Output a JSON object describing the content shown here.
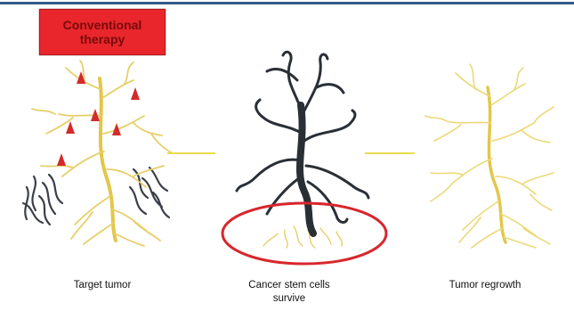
{
  "badge": {
    "label": "Conventional therapy"
  },
  "panels": [
    {
      "id": "target",
      "caption": "Target tumor"
    },
    {
      "id": "csc",
      "caption": "Cancer stem cells survive"
    },
    {
      "id": "regrowth",
      "caption": "Tumor regrowth"
    }
  ],
  "colors": {
    "tumor": "#e8cf5a",
    "stem": "#2a2f36",
    "arrow": "#d42a2a",
    "ellipse": "#d8262c",
    "connector": "#e8dc4a",
    "badge": "#e8262b"
  }
}
